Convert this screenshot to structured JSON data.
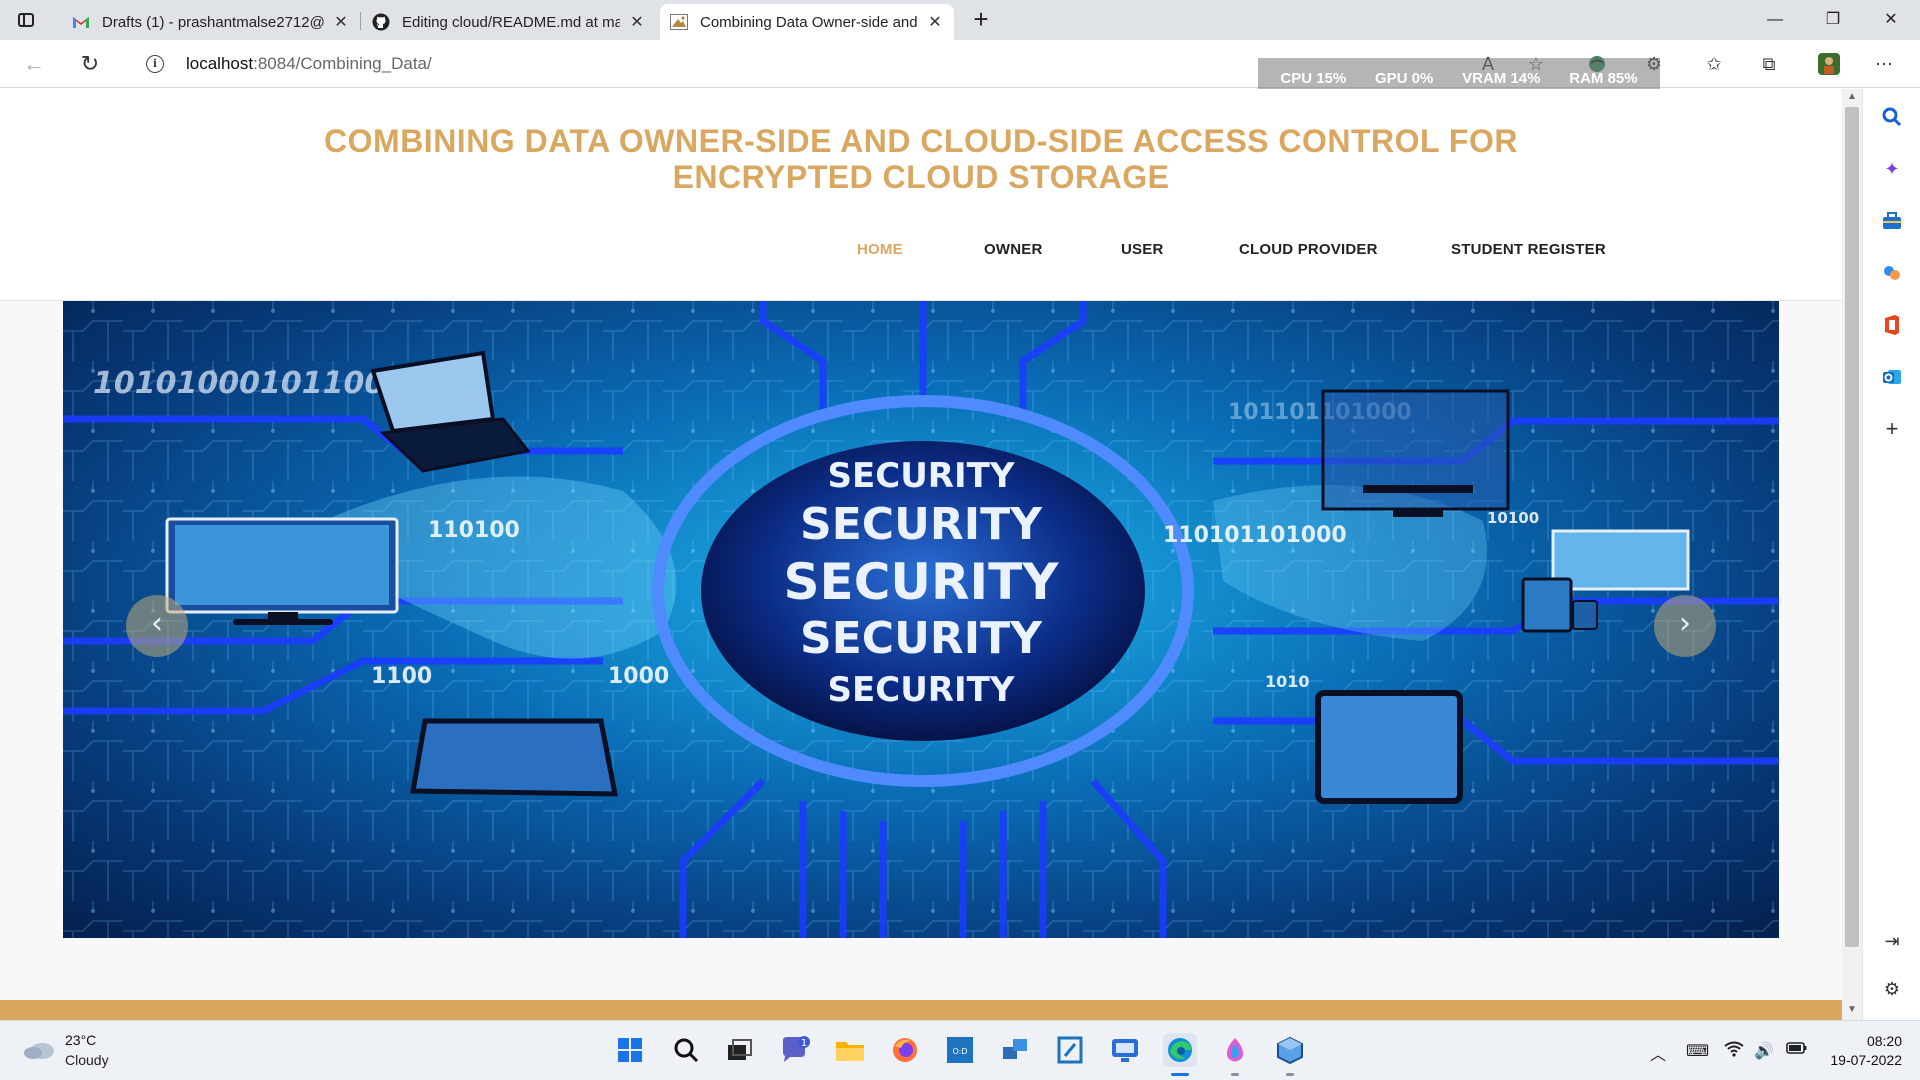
{
  "browser": {
    "tabs": [
      {
        "title": "Drafts (1) - prashantmalse2712@",
        "icon": "gmail-icon"
      },
      {
        "title": "Editing cloud/README.md at ma",
        "icon": "github-icon"
      },
      {
        "title": "Combining Data Owner-side and",
        "icon": "site-favicon-icon"
      }
    ],
    "address": {
      "host": "localhost",
      "path": ":8084/Combining_Data/"
    },
    "perf_overlay": {
      "cpu": "CPU  15%",
      "gpu": "GPU   0%",
      "vram": "VRAM  14%",
      "ram": "RAM  85%"
    }
  },
  "site": {
    "title": "COMBINING DATA OWNER-SIDE AND CLOUD-SIDE ACCESS CONTROL FOR ENCRYPTED CLOUD STORAGE",
    "nav": [
      {
        "label": "HOME",
        "active": true
      },
      {
        "label": "OWNER"
      },
      {
        "label": "USER"
      },
      {
        "label": "CLOUD PROVIDER"
      },
      {
        "label": "STUDENT REGISTER"
      }
    ],
    "hero": {
      "security_words": [
        "SECURITY",
        "SECURITY",
        "SECURITY",
        "SECURITY",
        "SECURITY"
      ],
      "binary_texts": [
        "1010100010110010",
        "110100",
        "110101101000",
        "10100",
        "1100",
        "1000",
        "1010",
        "101101101000"
      ]
    },
    "accent_color": "#d9a760"
  },
  "taskbar": {
    "weather": {
      "temp": "23°C",
      "desc": "Cloudy"
    },
    "clock": {
      "time": "08:20",
      "date": "19-07-2022"
    },
    "chat_badge": "1"
  }
}
